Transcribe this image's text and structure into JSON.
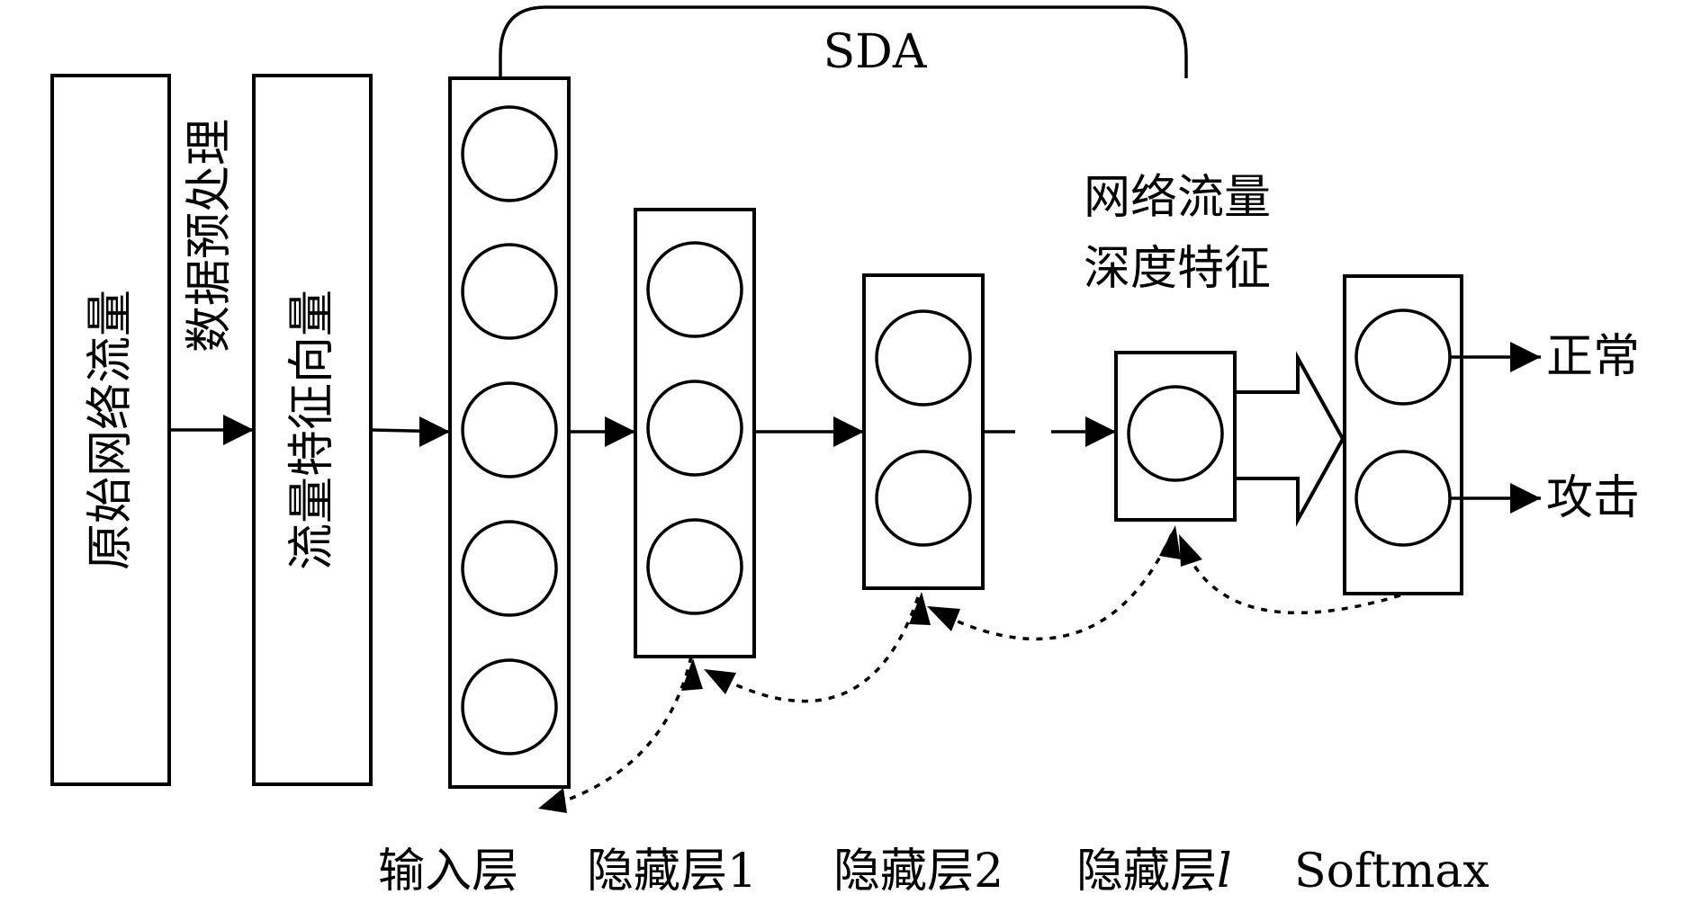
{
  "sda_label": "SDA",
  "raw_traffic_label": "原始网络流量",
  "preprocess_label": "数据预处理",
  "feature_vector_label": "流量特征向量",
  "deep_feature_line1": "网络流量",
  "deep_feature_line2": "深度特征",
  "output_normal": "正常",
  "output_attack": "攻击",
  "layers": {
    "input": "输入层",
    "hidden1": "隐藏层1",
    "hidden2": "隐藏层2",
    "hidden_l_prefix": "隐藏层",
    "hidden_l_suffix": "l",
    "softmax": "Softmax"
  },
  "neuron_counts": {
    "input": 5,
    "hidden1": 3,
    "hidden2": 2,
    "hidden_l": 1,
    "softmax": 2
  }
}
